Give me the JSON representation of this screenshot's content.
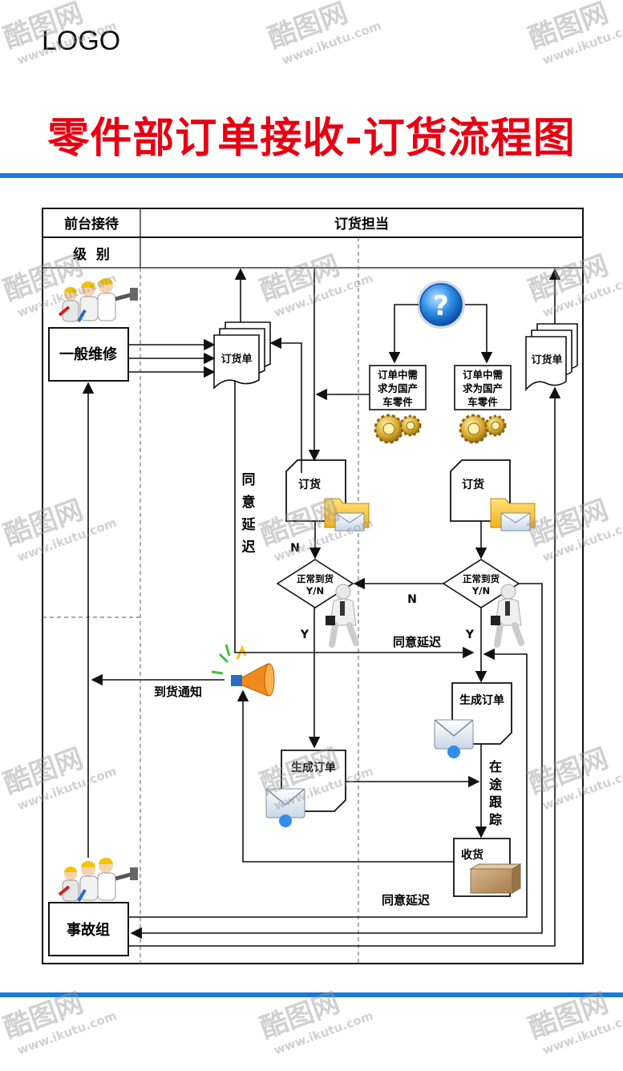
{
  "header": {
    "logo": "LOGO",
    "title": "零件部订单接收-订货流程图"
  },
  "lanes": {
    "front_desk": "前台接待",
    "ordering": "订货担当",
    "level": "级  别"
  },
  "nodes": {
    "general_repair": "一般维修",
    "accident_group": "事故组",
    "order_form_left": "订货单",
    "order_form_right": "订货单",
    "demand_left": [
      "订单中需",
      "求为国产",
      "车零件"
    ],
    "demand_right": [
      "订单中需",
      "求为国产",
      "车零件"
    ],
    "order_left": "订货",
    "order_right": "订货",
    "decision_left": [
      "正常到货",
      "Y/N"
    ],
    "decision_right": [
      "正常到货",
      "Y/N"
    ],
    "gen_order_left": "生成订单",
    "gen_order_right": "生成订单",
    "receive": "收货"
  },
  "edge_labels": {
    "agree_delay_vertical": [
      "同",
      "意",
      "延",
      "迟"
    ],
    "agree_delay_mid": "同意延迟",
    "agree_delay_bottom": "同意延迟",
    "arrival_notice": "到货通知",
    "in_transit": [
      "在",
      "途",
      "跟",
      "踪"
    ],
    "n_left": "N",
    "n_mid": "N",
    "y_left": "Y",
    "y_right": "Y"
  },
  "icons": {
    "question": "question-icon",
    "gears": "gears-icon",
    "folder_mail": "folder-mail-icon",
    "businessman": "businessman-icon",
    "megaphone": "megaphone-icon",
    "envelope": "envelope-icon",
    "box": "cardboard-box-icon",
    "workers": "workers-icon"
  },
  "watermark": {
    "brand": "酷图网",
    "url": "www.ikutu.com"
  },
  "colors": {
    "title_red": "#e60012",
    "accent_blue": "#1a7ad9",
    "line": "#111111"
  }
}
